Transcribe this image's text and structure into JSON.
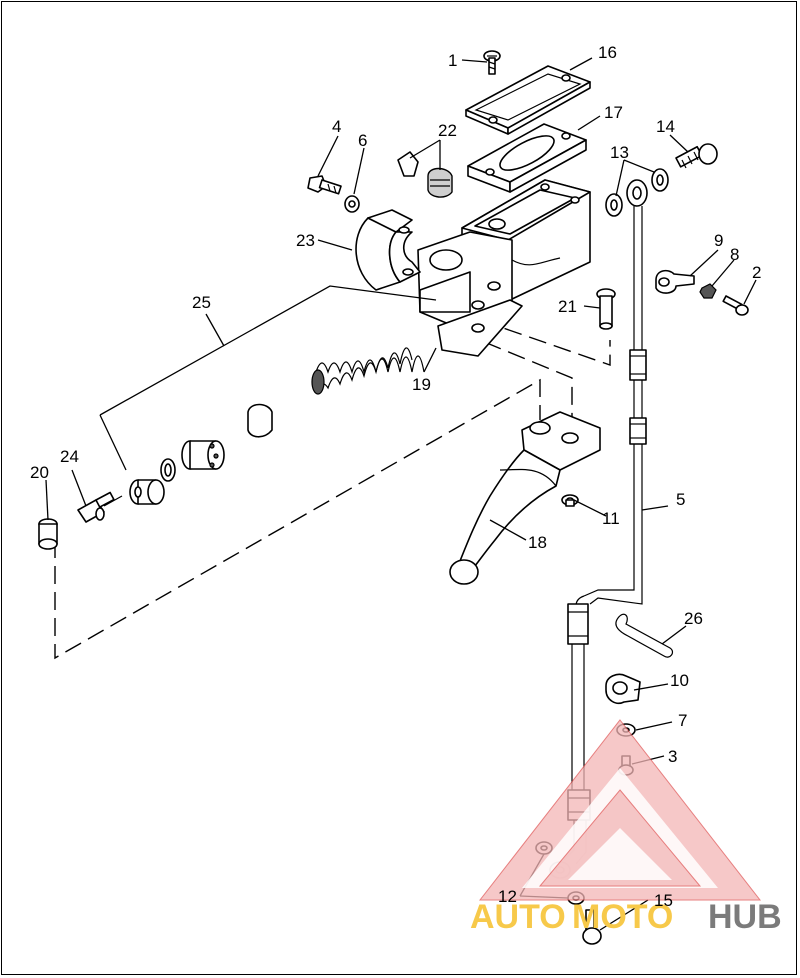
{
  "callouts": [
    {
      "id": "1",
      "label": "1"
    },
    {
      "id": "2",
      "label": "2"
    },
    {
      "id": "3",
      "label": "3"
    },
    {
      "id": "4",
      "label": "4"
    },
    {
      "id": "5",
      "label": "5"
    },
    {
      "id": "6",
      "label": "6"
    },
    {
      "id": "7",
      "label": "7"
    },
    {
      "id": "8",
      "label": "8"
    },
    {
      "id": "9",
      "label": "9"
    },
    {
      "id": "10",
      "label": "10"
    },
    {
      "id": "11",
      "label": "11"
    },
    {
      "id": "12",
      "label": "12"
    },
    {
      "id": "13",
      "label": "13"
    },
    {
      "id": "14",
      "label": "14"
    },
    {
      "id": "15",
      "label": "15"
    },
    {
      "id": "16",
      "label": "16"
    },
    {
      "id": "17",
      "label": "17"
    },
    {
      "id": "18",
      "label": "18"
    },
    {
      "id": "19",
      "label": "19"
    },
    {
      "id": "20",
      "label": "20"
    },
    {
      "id": "21",
      "label": "21"
    },
    {
      "id": "22",
      "label": "22"
    },
    {
      "id": "23",
      "label": "23"
    },
    {
      "id": "24",
      "label": "24"
    },
    {
      "id": "25",
      "label": "25"
    },
    {
      "id": "26",
      "label": "26"
    }
  ],
  "watermark": {
    "part1": "AUTO",
    "part2": "MOTO",
    "part3": "HUB",
    "colors": {
      "auto": "#f7c94a",
      "hub": "#7b7b7b",
      "triangle": "#e05555"
    }
  }
}
